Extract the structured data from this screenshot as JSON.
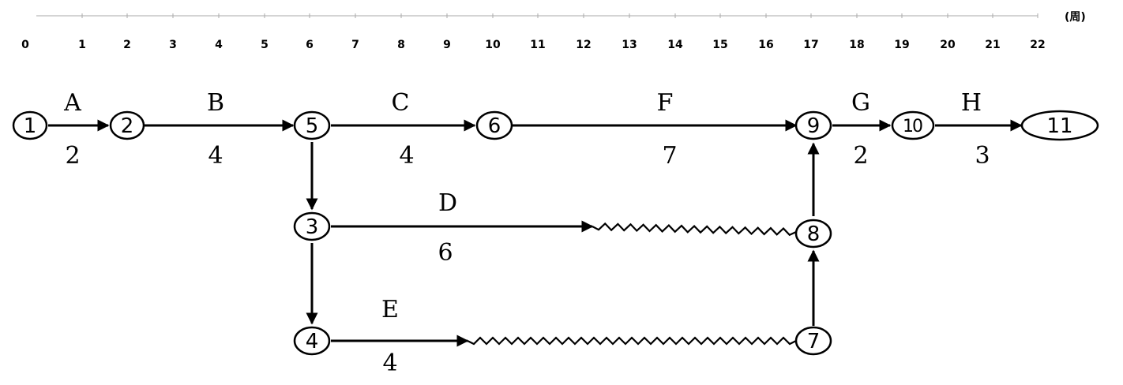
{
  "timescale": {
    "unit": "(周)",
    "ticks": [
      "0",
      "1",
      "2",
      "3",
      "4",
      "5",
      "6",
      "7",
      "8",
      "9",
      "10",
      "11",
      "12",
      "13",
      "14",
      "15",
      "16",
      "17",
      "18",
      "19",
      "20",
      "21",
      "22"
    ]
  },
  "nodes": [
    {
      "id": "1",
      "label": "1"
    },
    {
      "id": "2",
      "label": "2"
    },
    {
      "id": "3",
      "label": "3"
    },
    {
      "id": "4",
      "label": "4"
    },
    {
      "id": "5",
      "label": "5"
    },
    {
      "id": "6",
      "label": "6"
    },
    {
      "id": "7",
      "label": "7"
    },
    {
      "id": "8",
      "label": "8"
    },
    {
      "id": "9",
      "label": "9"
    },
    {
      "id": "10",
      "label": "10"
    },
    {
      "id": "11",
      "label": "11"
    }
  ],
  "activities": [
    {
      "name": "A",
      "duration": "2",
      "from": "1",
      "to": "2"
    },
    {
      "name": "B",
      "duration": "4",
      "from": "2",
      "to": "5"
    },
    {
      "name": "C",
      "duration": "4",
      "from": "5",
      "to": "6"
    },
    {
      "name": "F",
      "duration": "7",
      "from": "6",
      "to": "9"
    },
    {
      "name": "G",
      "duration": "2",
      "from": "9",
      "to": "10"
    },
    {
      "name": "H",
      "duration": "3",
      "from": "10",
      "to": "11"
    },
    {
      "name": "D",
      "duration": "6",
      "from": "3",
      "to": "8"
    },
    {
      "name": "E",
      "duration": "4",
      "from": "4",
      "to": "7"
    }
  ],
  "dummies": [
    {
      "from": "5",
      "to": "3"
    },
    {
      "from": "3",
      "to": "4"
    },
    {
      "from": "7",
      "to": "8"
    },
    {
      "from": "8",
      "to": "9"
    }
  ]
}
